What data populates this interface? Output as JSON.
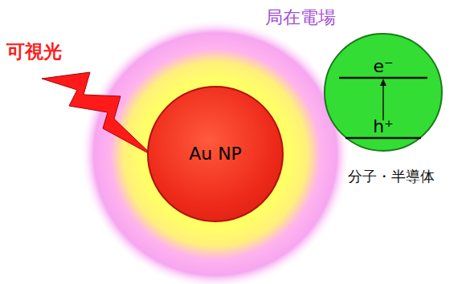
{
  "diagram": {
    "nodes": [
      {
        "text": [
          "Au NP"
        ]
      },
      {
        "text": [
          "e⁻",
          "h⁺",
          "分子・半導体"
        ]
      }
    ],
    "labels": [
      "局在電場",
      "可視光"
    ]
  }
}
